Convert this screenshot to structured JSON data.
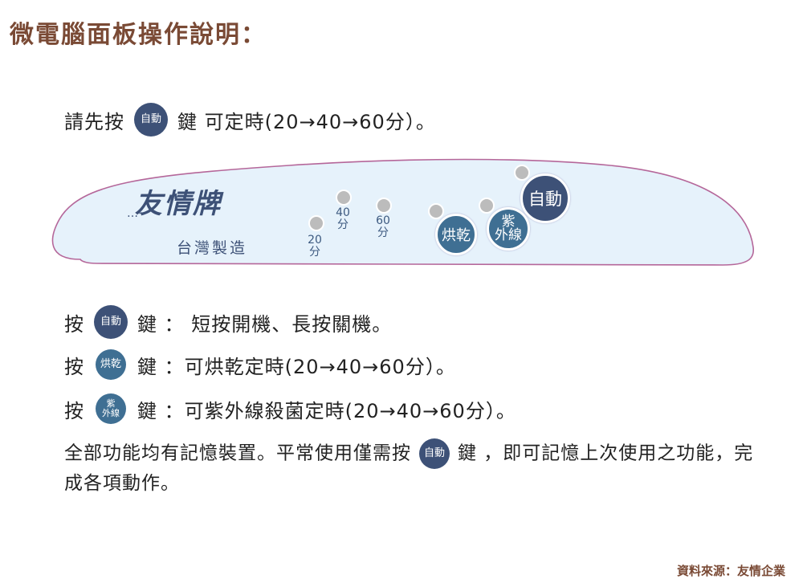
{
  "title": "微電腦面板操作說明：",
  "intro": {
    "prefix": "請先按",
    "key": "自動",
    "suffix": "鍵 可定時(20→40→60分）。"
  },
  "panel": {
    "brand": "友情牌",
    "made_in": "台灣製造",
    "timers": [
      {
        "value": "20",
        "unit": "分"
      },
      {
        "value": "40",
        "unit": "分"
      },
      {
        "value": "60",
        "unit": "分"
      }
    ],
    "buttons": {
      "dry": "烘乾",
      "uv_top": "紫",
      "uv_bottom": "外線",
      "auto": "自動"
    },
    "colors": {
      "panel_fill": "#e6f2fb",
      "panel_border": "#b5679a",
      "auto_button": "#3d5177",
      "secondary_button": "#3f6f93",
      "indicator": "#bcbcbc"
    }
  },
  "instructions": [
    {
      "prefix": "按",
      "key": "自動",
      "suffix": "鍵 ： 短按開機、長按關機。"
    },
    {
      "prefix": "按",
      "key": "烘乾",
      "suffix": "鍵 ：可烘乾定時(20→40→60分）。"
    },
    {
      "prefix": "按",
      "key_top": "紫",
      "key_bottom": "外線",
      "suffix": "鍵 ：可紫外線殺菌定時(20→40→60分）。"
    }
  ],
  "note": {
    "part1": "全部功能均有記憶裝置。平常使用僅需按",
    "key": "自動",
    "part2": "鍵 ，即可記憶上次使用之功能，完成各項動作。"
  },
  "source": "資料來源：友情企業",
  "colors": {
    "title": "#7a4a35",
    "text": "#222222"
  }
}
